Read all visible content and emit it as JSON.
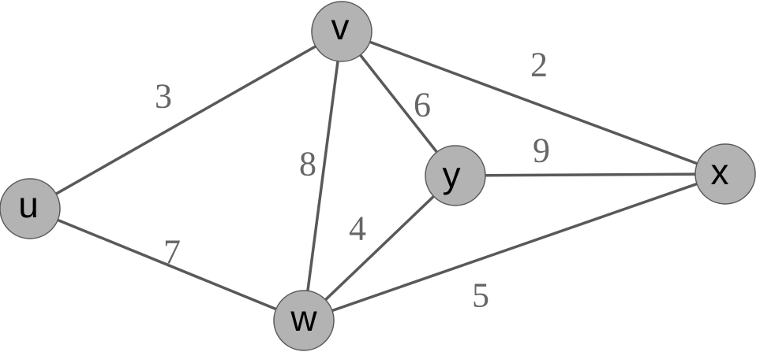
{
  "nodes": [
    {
      "id": "v",
      "label": "v"
    },
    {
      "id": "u",
      "label": "u"
    },
    {
      "id": "y",
      "label": "y"
    },
    {
      "id": "x",
      "label": "x"
    },
    {
      "id": "w",
      "label": "w"
    }
  ],
  "edges": [
    {
      "from": "u",
      "to": "v",
      "weight": "3"
    },
    {
      "from": "v",
      "to": "x",
      "weight": "2"
    },
    {
      "from": "v",
      "to": "y",
      "weight": "6"
    },
    {
      "from": "v",
      "to": "w",
      "weight": "8"
    },
    {
      "from": "y",
      "to": "x",
      "weight": "9"
    },
    {
      "from": "y",
      "to": "w",
      "weight": "4"
    },
    {
      "from": "u",
      "to": "w",
      "weight": "7"
    },
    {
      "from": "w",
      "to": "x",
      "weight": "5"
    }
  ],
  "colors": {
    "node_fill": "#b3b3b3",
    "edge": "#595959",
    "weight_text": "#666666",
    "node_text": "#000000"
  }
}
